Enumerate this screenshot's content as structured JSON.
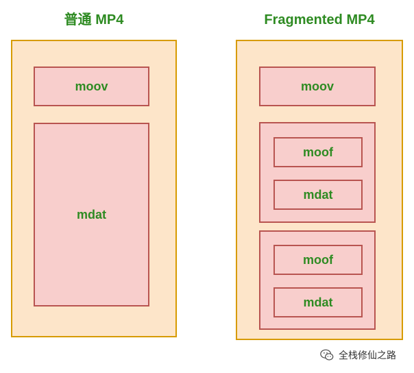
{
  "colors": {
    "title_text": "#2e8b22",
    "container_fill": "#fde5c9",
    "container_border": "#d79b00",
    "box_fill": "#f8cecc",
    "box_border": "#b85450",
    "box_text": "#2e8b22"
  },
  "left": {
    "title": "普通 MP4",
    "moov": "moov",
    "mdat": "mdat"
  },
  "right": {
    "title": "Fragmented MP4",
    "moov": "moov",
    "fragments": [
      {
        "moof": "moof",
        "mdat": "mdat"
      },
      {
        "moof": "moof",
        "mdat": "mdat"
      }
    ]
  },
  "watermark": {
    "icon": "wechat-icon",
    "text": "全栈修仙之路"
  }
}
